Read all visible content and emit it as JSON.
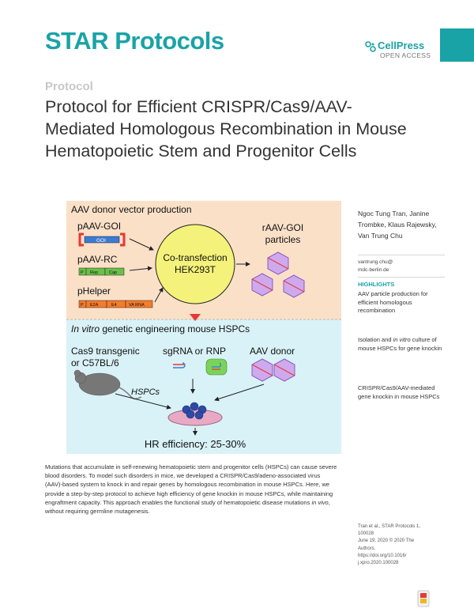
{
  "header": {
    "journal": "STAR Protocols",
    "publisher": "CellPress",
    "access": "OPEN ACCESS"
  },
  "article": {
    "type": "Protocol",
    "title": "Protocol for Efficient CRISPR/Cas9/AAV-Mediated Homologous Recombination in Mouse Hematopoietic Stem and Progenitor Cells"
  },
  "figure": {
    "section1_title": "AAV donor vector production",
    "plasmids": [
      "pAAV-GOI",
      "pAAV-RC",
      "pHelper"
    ],
    "goi_tag": "GOI",
    "rc_parts": [
      "P",
      "Rep",
      "Cap"
    ],
    "helper_parts": [
      "P",
      "E2A",
      "E4",
      "VA RNA"
    ],
    "cotransfection_line1": "Co-transfection",
    "cotransfection_line2": "HEK293T",
    "product_line1": "rAAV-GOI",
    "product_line2": "particles",
    "section2_title_italic": "In vitro",
    "section2_title_rest": " genetic engineering mouse HSPCs",
    "mouse_line1": "Cas9 transgenic",
    "mouse_line2": "or C57BL/6",
    "sgrna_label": "sgRNA or RNP",
    "aav_donor_label": "AAV donor",
    "hspcs_label": "HSPCs",
    "hr_efficiency": "HR efficiency: 25-30%",
    "colors": {
      "top_bg": "#fbe0c8",
      "bottom_bg": "#d9f2f7",
      "circle": "#f4f27a",
      "red_arrow": "#e53935",
      "capsid": "#b58ad8"
    }
  },
  "sidebar": {
    "authors": "Ngoc Tung Tran, Janine Trombke, Klaus Rajewsky, Van Trung Chu",
    "email_line1": "vantrung.chu@",
    "email_line2": "mdc-berlin.de",
    "highlights_title": "HIGHLIGHTS",
    "highlights": [
      "AAV particle production for efficient homologous recombination",
      "Isolation and in vitro culture of mouse HSPCs for gene knockin",
      "CRISPR/Cas9/AAV-mediated gene knockin in mouse HSPCs"
    ],
    "highlight1_pre": "Isolation and ",
    "highlight1_italic": "in vitro",
    "highlight1_post": " culture of mouse HSPCs for gene knockin"
  },
  "summary": {
    "text_before": "Mutations that accumulate in self-renewing hematopoietic stem and progenitor cells (HSPCs) can cause severe blood disorders. To model such disorders in mice, we developed a CRISPR/Cas9/adeno-associated virus (AAV)-based system to knock in and repair genes by homologous recombination in mouse HSPCs. Here, we provide a step-by-step protocol to achieve high efficiency of gene knockin in mouse HSPCs, while maintaining engraftment capacity. This approach enables the functional study of hematopoietic disease mutations ",
    "text_italic": "in vivo",
    "text_after": ", without requiring germline mutagenesis."
  },
  "citation": {
    "line1": "Tran et al., STAR Protocols 1,",
    "line2": "100028",
    "line3": "June 19, 2020 © 2020 The",
    "line4": "Authors.",
    "line5": "https://doi.org/10.1016/",
    "line6": "j.xpro.2020.100028"
  }
}
